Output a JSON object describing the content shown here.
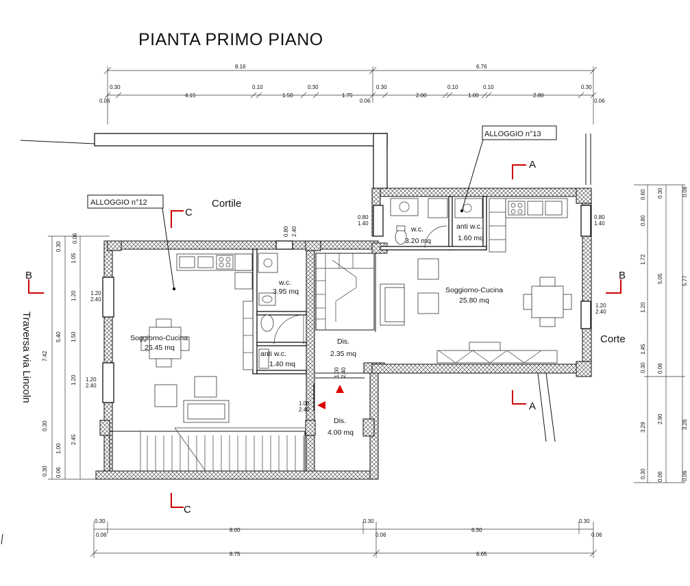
{
  "title": "PIANTA PRIMO PIANO",
  "top_dims": {
    "overall": [
      "8.16",
      "6.76"
    ],
    "detail": [
      "0.30",
      "4.15",
      "0.10",
      "1.50",
      "0.30",
      "1.75",
      "0.30",
      "2.00",
      "0.10",
      "1.00",
      "0.10",
      "2.80",
      "0.30"
    ],
    "small": [
      "0.06",
      "0.06",
      "0.06"
    ]
  },
  "bottom_dims": {
    "detail": [
      "0.30",
      "8.00",
      "0.30",
      "6.30",
      "0.30"
    ],
    "small": [
      "0.06",
      "0.06",
      "0.06"
    ],
    "overall": [
      "8.75",
      "6.65"
    ]
  },
  "left_dims": {
    "overall": "7.42",
    "mid": [
      "0.30",
      "5.40",
      "1.00"
    ],
    "detail": [
      "1.05",
      "1.20",
      "1.50",
      "1.20",
      "0.30",
      "2.45"
    ],
    "small": [
      "0.06",
      "0.06"
    ],
    "bottom": "0.30"
  },
  "right_dims": {
    "outer": [
      "0.08",
      "5.77",
      "3.26",
      "0.06"
    ],
    "mid": [
      "0.30",
      "5.05",
      "0.06",
      "2.90",
      "0.06"
    ],
    "inner": [
      "0.60",
      "0.80",
      "1.72",
      "1.20",
      "1.45",
      "0.30",
      "3.29",
      "0.30"
    ]
  },
  "labels": {
    "alloggio12": "ALLOGGIO n°12",
    "alloggio13": "ALLOGGIO n°13",
    "cortile": "Cortile",
    "corte": "Corte",
    "street": "Traversa via Lincoln"
  },
  "sections": {
    "a": "A",
    "b": "B",
    "c": "C"
  },
  "rooms": {
    "soggiorno12": {
      "name": "Soggiorno-Cucina",
      "area": "25.45 mq"
    },
    "wc12": {
      "name": "w.c.",
      "area": "3.95 mq"
    },
    "antiwc12": {
      "name": "anti w.c.",
      "area": "1.40 mq"
    },
    "dis1": {
      "name": "Dis.",
      "area": "2.35 mq"
    },
    "dis2": {
      "name": "Dis.",
      "area": "4.00 mq"
    },
    "wc13": {
      "name": "w.c.",
      "area": "3.20 mq"
    },
    "antiwc13": {
      "name": "anti w.c.",
      "area": "1.60 mq"
    },
    "soggiorno13": {
      "name": "Soggiorno-Cucina",
      "area": "25.80 mq"
    }
  },
  "openings": {
    "w_left_top": [
      "1.20",
      "2.40"
    ],
    "w_left_bottom": [
      "1.20",
      "2.40"
    ],
    "w_right": [
      "1.20",
      "2.40"
    ],
    "w_wc13_left": [
      "0.80",
      "1.40"
    ],
    "w_wc13_right": [
      "0.80",
      "1.40"
    ],
    "w_top_small": [
      "0.80",
      "2.40"
    ],
    "door_dis": [
      "1.00",
      "2.40"
    ],
    "door_dis2": [
      "1.00",
      "2.40"
    ]
  }
}
